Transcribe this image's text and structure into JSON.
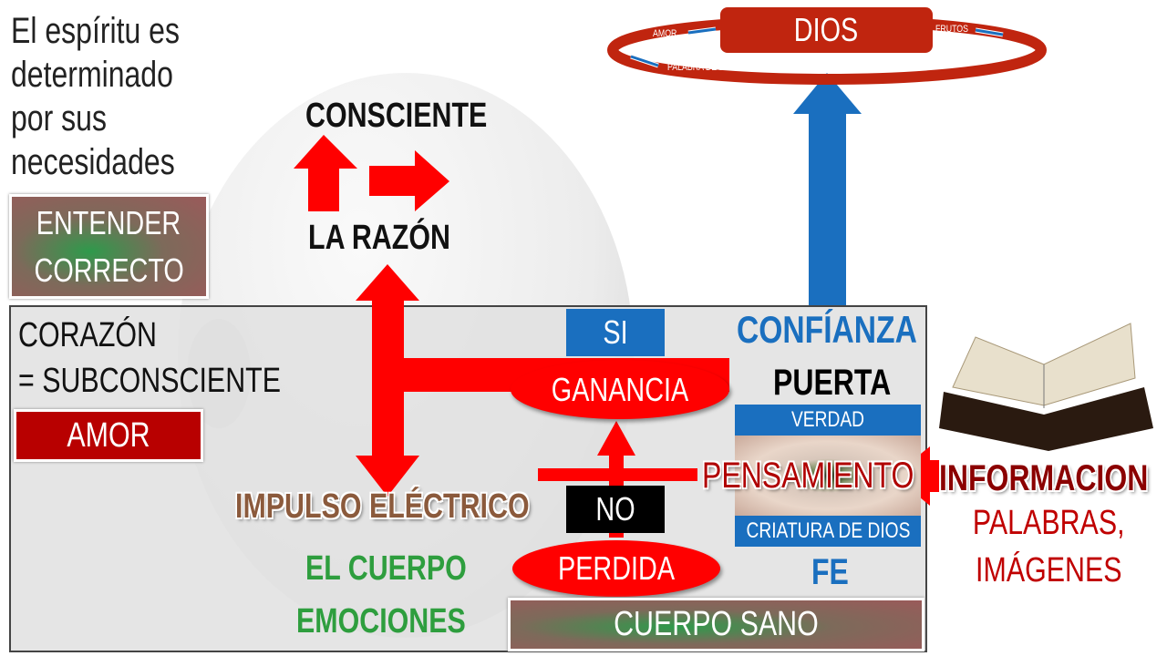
{
  "intro": [
    "El espíritu es",
    "determinado",
    "por sus",
    "necesidades"
  ],
  "entender": [
    "ENTENDER",
    "CORRECTO"
  ],
  "corazon": [
    "CORAZÓN",
    "= SUBCONSCIENTE"
  ],
  "amor_box": "AMOR",
  "consciente": "CONSCIENTE",
  "razon": "LA RAZÓN",
  "si": "SI",
  "ganancia": "GANANCIA",
  "no": "NO",
  "perdida": "PERDIDA",
  "impulso": "IMPULSO ELÉCTRICO",
  "cuerpo": "EL CUERPO",
  "emociones": "EMOCIONES",
  "cuerpo_sano": "CUERPO SANO",
  "confianza": "CONFÍANZA",
  "puerta": "PUERTA",
  "verdad": "VERDAD",
  "pensamiento": "PENSAMIENTO",
  "criatura": "CRIATURA DE DIOS",
  "fe": "FE",
  "informacion": "INFORMACION",
  "palabras": [
    "PALABRAS,",
    "IMÁGENES"
  ],
  "dios": {
    "title": "DIOS",
    "amor": "AMOR",
    "frutos": "FRUTOS",
    "palabra": "PALABRA DE DIOS"
  },
  "colors": {
    "red": "#ff0000",
    "blue": "#1a6fbf",
    "dios_red": "#c0250f",
    "green": "#2e9e3e",
    "brown": "#8b5a3c"
  }
}
